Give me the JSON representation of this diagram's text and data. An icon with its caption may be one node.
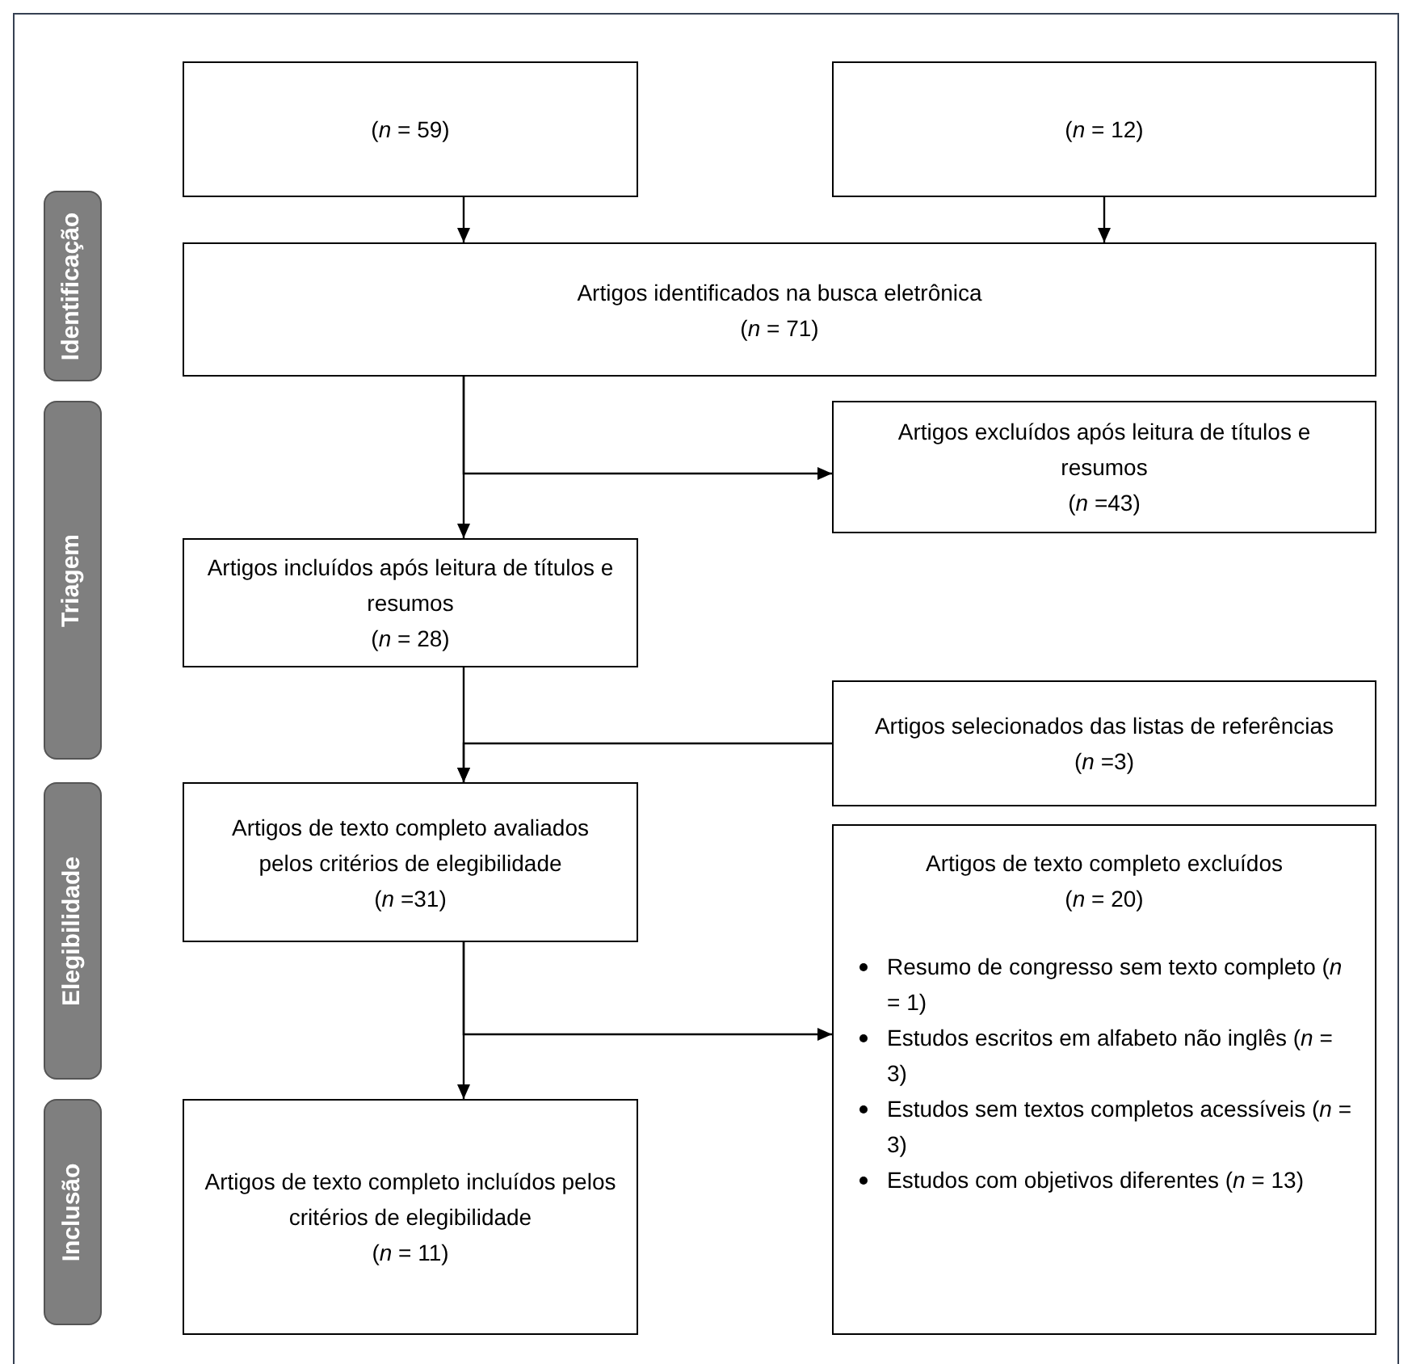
{
  "diagram": {
    "nodes": [
      {
        "text": [
          "Identificação"
        ]
      },
      {
        "text": [
          "(*n* = 59)"
        ]
      },
      {
        "text": [
          "(*n* = 12)"
        ]
      },
      {
        "text": [
          "Artigos identificados na busca eletrônica",
          "(*n* = 71)"
        ]
      },
      {
        "text": [
          "Triagem"
        ]
      },
      {
        "text": [
          "Artigos excluídos após leitura de títulos e resumos",
          "(*n* =43)"
        ]
      },
      {
        "text": [
          "Artigos incluídos após leitura de títulos e resumos",
          "(*n* = 28)"
        ]
      },
      {
        "text": [
          "Artigos selecionados das listas de referências",
          "(*n* =3)"
        ]
      },
      {
        "text": [
          "Elegibilidade"
        ]
      },
      {
        "text": [
          "Artigos de texto completo avaliados pelos critérios de elegibilidade",
          "(*n* =31)"
        ]
      },
      {
        "text": [
          "Artigos de texto completo excluídos",
          "(*n* = 20)",
          "Resumo de congresso sem texto completo (*n* = 1)",
          "Estudos escritos em alfabeto não inglês (*n* = 3)",
          "Estudos sem textos completos acessíveis (*n* = 3)",
          "Estudos com objetivos diferentes (*n* = 13)"
        ]
      },
      {
        "text": [
          "Inclusão"
        ]
      },
      {
        "text": [
          "Artigos de texto completo incluídos pelos critérios de elegibilidade",
          "(*n* = 11)"
        ]
      }
    ],
    "edges": [
      {
        "from": 1,
        "to": 3,
        "arrow": "to"
      },
      {
        "from": 2,
        "to": 3,
        "arrow": "to"
      },
      {
        "from": 3,
        "to": 5,
        "arrow": "to"
      },
      {
        "from": 3,
        "to": 6,
        "arrow": "to"
      },
      {
        "from": 6,
        "to": 9,
        "arrow": "to"
      },
      {
        "from": 7,
        "to": 9,
        "arrow": "to"
      },
      {
        "from": 9,
        "to": 10,
        "arrow": "to"
      },
      {
        "from": 9,
        "to": 12,
        "arrow": "to"
      }
    ]
  }
}
